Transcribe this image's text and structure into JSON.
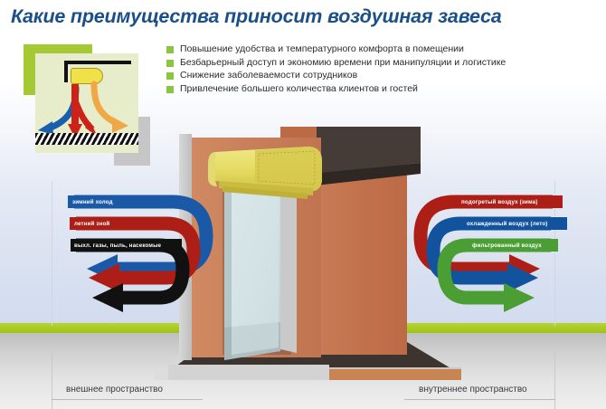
{
  "page": {
    "title": "Какие преимущества приносит воздушная завеса"
  },
  "benefits": {
    "bullet_color": "#8cc63f",
    "items": [
      "Повышение удобства и температурного комфорта в помещении",
      "Безбарьерный доступ и экономию времени при манипуляции и логистике",
      "Снижение заболеваемости сотрудников",
      "Привлечение большего количества клиентов и гостей"
    ]
  },
  "outside_flows": {
    "items": [
      {
        "label": "зимний холод",
        "color": "#1a59a8"
      },
      {
        "label": "летний зной",
        "color": "#ad1f16"
      },
      {
        "label": "выхл. газы, пыль, насекомые",
        "color": "#111111"
      }
    ]
  },
  "inside_flows": {
    "items": [
      {
        "label": "подогретый воздух (зима)",
        "color": "#ad1f16"
      },
      {
        "label": "охлажденный воздух (лето)",
        "color": "#12539e"
      },
      {
        "label": "фильтрованный воздух",
        "color": "#4a9e33"
      }
    ]
  },
  "captions": {
    "outside": "внешнее пространство",
    "inside": "внутреннее пространство"
  },
  "colors": {
    "title": "#1b4f87",
    "green_strip": "#a8ca23",
    "brick": "#c8724b",
    "curtain_unit": "#e8e06a",
    "ceiling": "#3a3230"
  }
}
